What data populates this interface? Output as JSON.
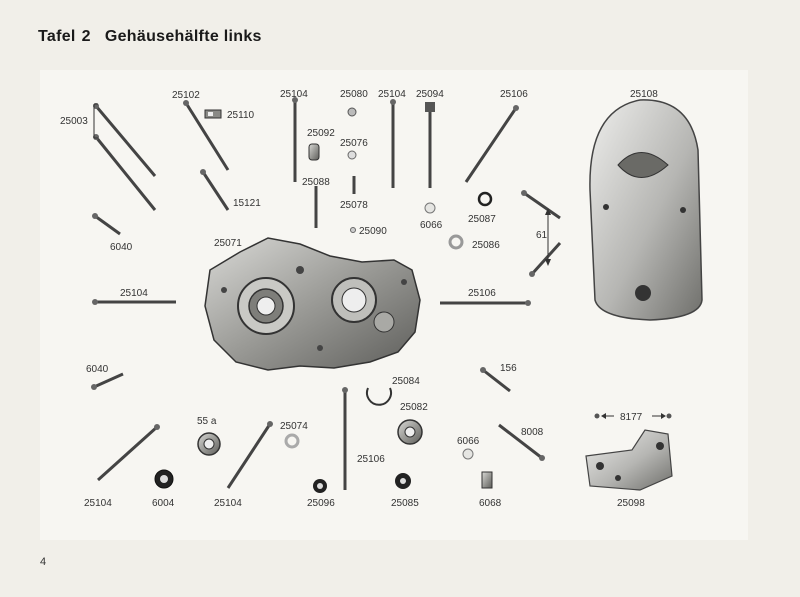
{
  "header": {
    "plate_label": "Tafel",
    "plate_number": "2",
    "title": "Gehäusehälfte links"
  },
  "footer": {
    "page_number": "4"
  },
  "parts": [
    {
      "id": "p25003",
      "label": "25003"
    },
    {
      "id": "p25102",
      "label": "25102"
    },
    {
      "id": "p25110",
      "label": "25110"
    },
    {
      "id": "p25104a",
      "label": "25104"
    },
    {
      "id": "p25080",
      "label": "25080"
    },
    {
      "id": "p25104b",
      "label": "25104"
    },
    {
      "id": "p25094",
      "label": "25094"
    },
    {
      "id": "p25106a",
      "label": "25106"
    },
    {
      "id": "p25108",
      "label": "25108"
    },
    {
      "id": "p25092",
      "label": "25092"
    },
    {
      "id": "p25076",
      "label": "25076"
    },
    {
      "id": "p15121",
      "label": "15121"
    },
    {
      "id": "p25088",
      "label": "25088"
    },
    {
      "id": "p25078",
      "label": "25078"
    },
    {
      "id": "p6040a",
      "label": "6040"
    },
    {
      "id": "p25071",
      "label": "25071"
    },
    {
      "id": "p25090",
      "label": "25090"
    },
    {
      "id": "p6066a",
      "label": "6066"
    },
    {
      "id": "p25087",
      "label": "25087"
    },
    {
      "id": "p61",
      "label": "61"
    },
    {
      "id": "p25086",
      "label": "25086"
    },
    {
      "id": "p25104c",
      "label": "25104"
    },
    {
      "id": "p25106b",
      "label": "25106"
    },
    {
      "id": "p6040b",
      "label": "6040"
    },
    {
      "id": "p156",
      "label": "156"
    },
    {
      "id": "p25084",
      "label": "25084"
    },
    {
      "id": "p55a",
      "label": "55 a"
    },
    {
      "id": "p25074",
      "label": "25074"
    },
    {
      "id": "p25082",
      "label": "25082"
    },
    {
      "id": "p8008",
      "label": "8008"
    },
    {
      "id": "p8177",
      "label": "8177"
    },
    {
      "id": "p25106c",
      "label": "25106"
    },
    {
      "id": "p6066b",
      "label": "6066"
    },
    {
      "id": "p25104d",
      "label": "25104"
    },
    {
      "id": "p6004",
      "label": "6004"
    },
    {
      "id": "p25104e",
      "label": "25104"
    },
    {
      "id": "p25096",
      "label": "25096"
    },
    {
      "id": "p25085",
      "label": "25085"
    },
    {
      "id": "p6068",
      "label": "6068"
    },
    {
      "id": "p25098",
      "label": "25098"
    }
  ]
}
